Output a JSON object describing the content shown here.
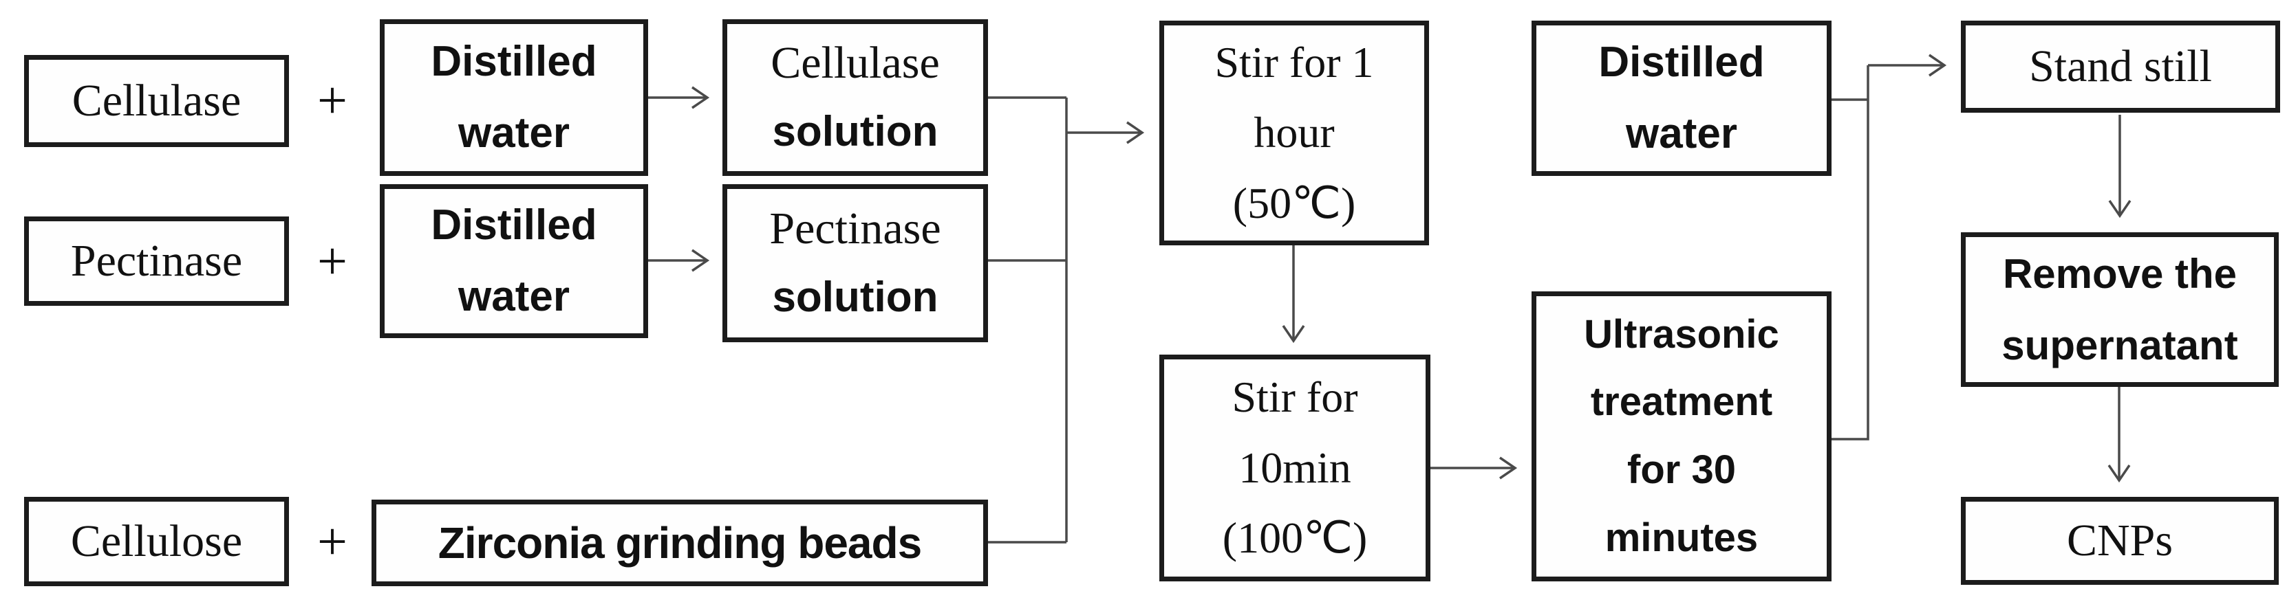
{
  "figure": {
    "background_color": "#ffffff",
    "box_border_color": "#1c1c1c",
    "connector_color": "#4a4a4a",
    "text_color": "#111111"
  },
  "nodes": {
    "cellulase": {
      "label": "Cellulase"
    },
    "plus_1": {
      "label": "+"
    },
    "distilled_water_1": {
      "label": "Distilled\nwater"
    },
    "cellulase_solution": {
      "line1": "Cellulase",
      "line2": "solution"
    },
    "pectinase": {
      "label": "Pectinase"
    },
    "plus_2": {
      "label": "+"
    },
    "distilled_water_2": {
      "label": "Distilled\nwater"
    },
    "pectinase_solution": {
      "line1": "Pectinase",
      "line2": "solution"
    },
    "cellulose": {
      "label": "Cellulose"
    },
    "plus_3": {
      "label": "+"
    },
    "zirconia_beads": {
      "label": "Zirconia grinding beads"
    },
    "stir_1_hour": {
      "label": "Stir for 1\nhour\n(50℃)"
    },
    "stir_10_min": {
      "label": "Stir for\n10min\n(100℃)"
    },
    "ultrasonic": {
      "label": "Ultrasonic\ntreatment\nfor 30\nminutes"
    },
    "distilled_water_3": {
      "label": "Distilled\nwater"
    },
    "stand_still": {
      "label": "Stand still"
    },
    "remove_supernatant": {
      "label": "Remove the\nsupernatant"
    },
    "cnps": {
      "label": "CNPs"
    }
  }
}
